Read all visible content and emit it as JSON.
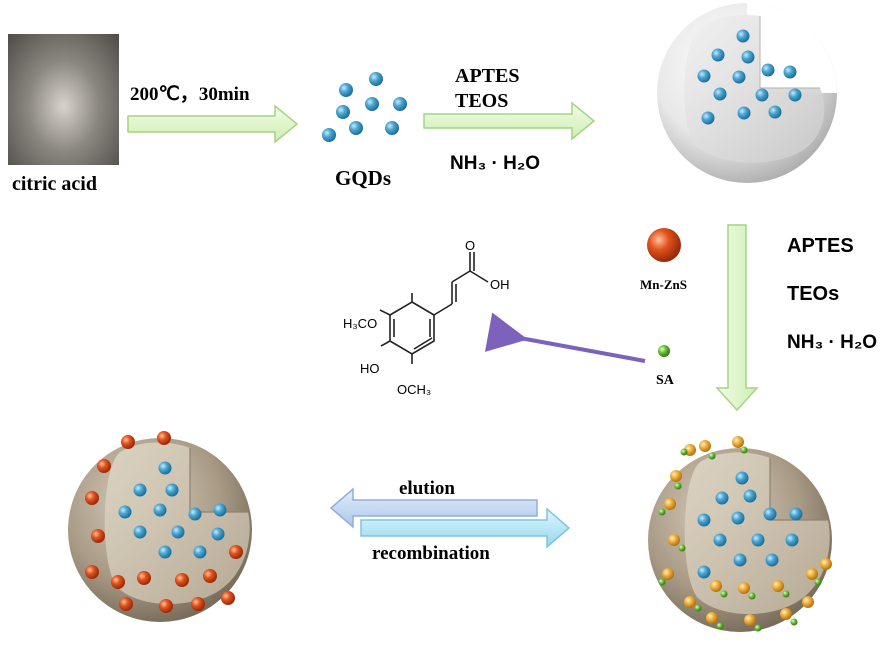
{
  "colors": {
    "gqd": "#4aa6d2",
    "mnzns": "#e0521e",
    "sa": "#6fc33a",
    "sphere": "#b7ab98",
    "arrow_fill": "#d9f5bf",
    "arrow_stroke": "#9cd07a",
    "elution_fill": "#c9dcf2",
    "recombination_fill": "#bfe9f7",
    "purple_arrow": "#8a6fc4"
  },
  "labels": {
    "citric_acid": "citric acid",
    "cond1": "200℃，30min",
    "gqds": "GQDs",
    "r1_aptes": "APTES",
    "r1_teos": "TEOS",
    "r1_nh3": "NH₃ · H₂O",
    "r2_aptes": "APTES",
    "r2_teos": "TEOs",
    "r2_nh3": "NH₃ · H₂O",
    "mnzns": "Mn-ZnS",
    "sa": "SA",
    "elution": "elution",
    "recombination": "recombination"
  },
  "structure": {
    "oh": "OH",
    "och3_top": "H₃CO",
    "ho": "HO",
    "och3_bottom": "OCH₃",
    "o": "O"
  },
  "icons": {
    "photo": "citric-acid-photo",
    "nanoparticle": "sphere-particle",
    "molecule": "sinapic-acid-structure"
  }
}
